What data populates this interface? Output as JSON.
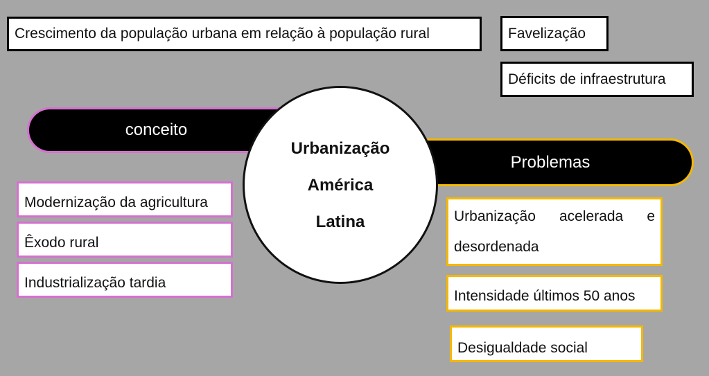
{
  "center": {
    "lines": [
      "Urbanização",
      "América",
      "Latina"
    ]
  },
  "top_notes": [
    "Crescimento da população urbana em relação à população rural",
    "Favelização",
    "Déficits de infraestrutura"
  ],
  "conceito": {
    "label": "conceito",
    "items": [
      "Modernização da agricultura",
      "Êxodo rural",
      "Industrialização tardia"
    ]
  },
  "problemas": {
    "label": "Problemas",
    "items": [
      "Urbanização acelerada e desordenada",
      "Intensidade últimos 50 anos",
      "Desigualdade social"
    ]
  },
  "colors": {
    "background": "#a6a6a6",
    "conceito_accent": "#d670d0",
    "problemas_accent": "#f5b800"
  }
}
